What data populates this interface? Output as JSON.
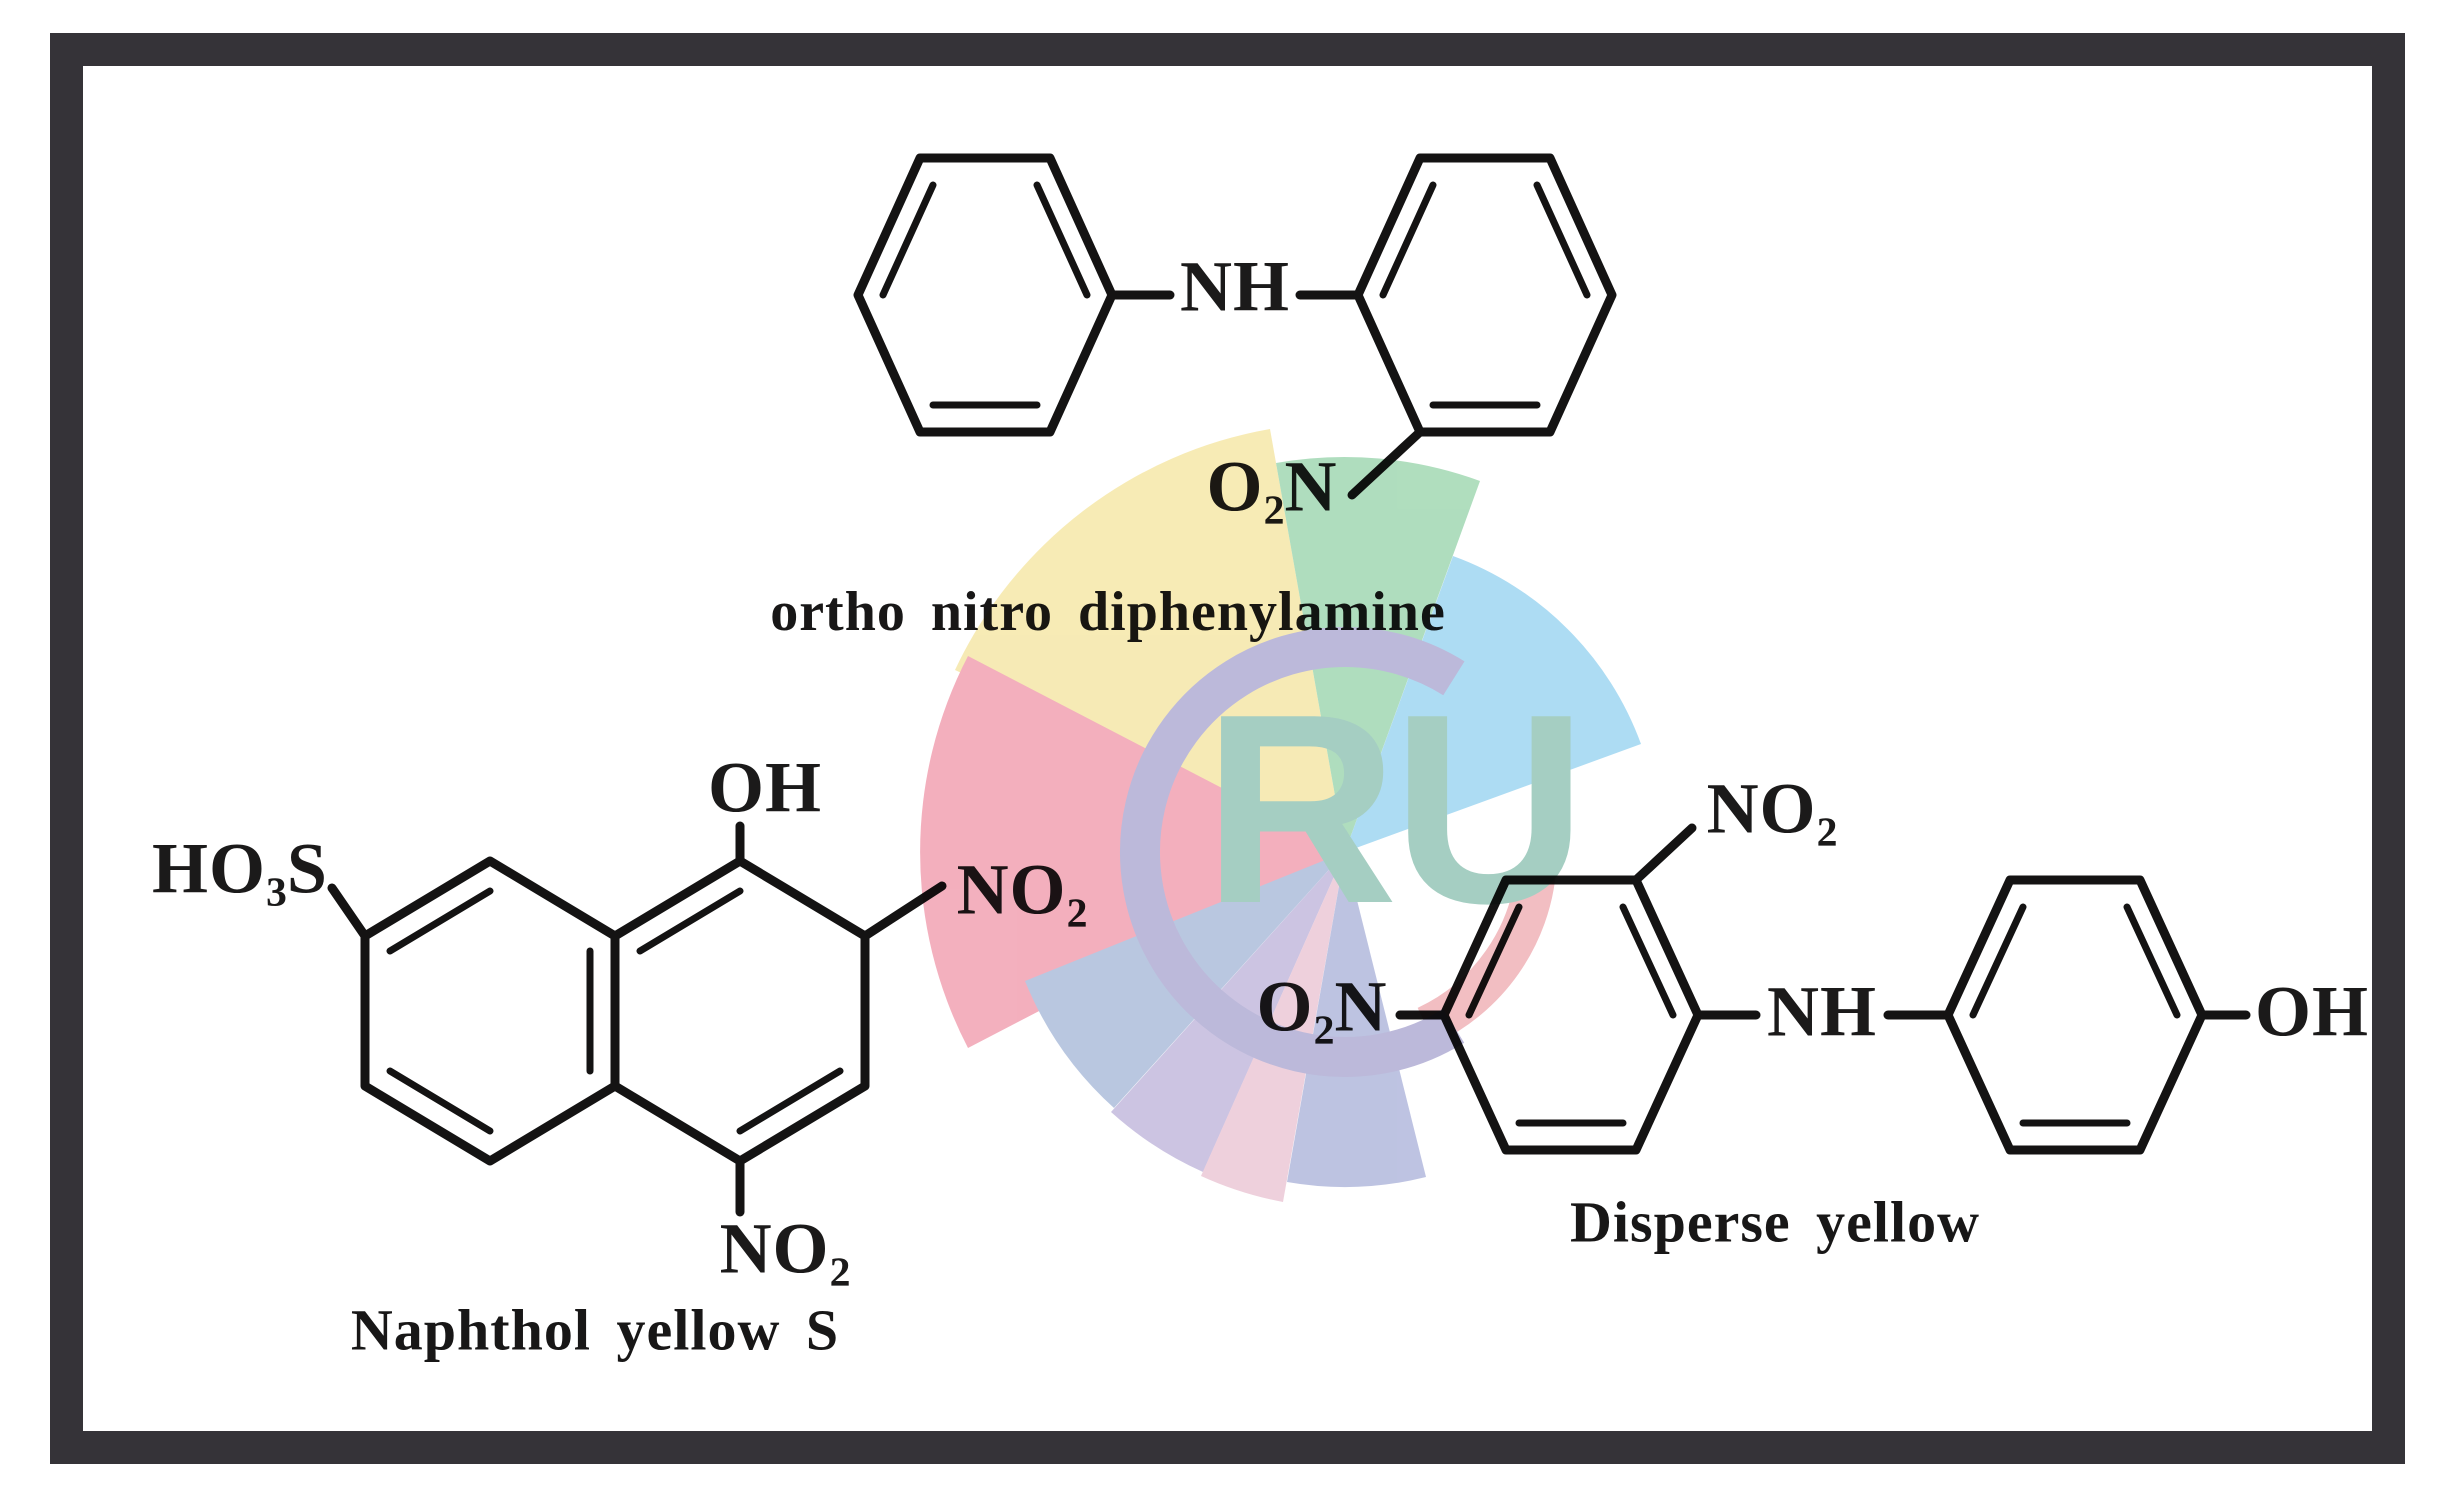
{
  "frame": {
    "color": "#353338"
  },
  "molecules": {
    "ortho_nitro_diphenylamine": {
      "name": "ortho nitro diphenylamine",
      "labels": {
        "nh": "NH",
        "o2n": {
          "pre": "O",
          "sub": "2",
          "post": "N"
        }
      }
    },
    "naphthol_yellow_s": {
      "name": "Naphthol yellow S",
      "labels": {
        "ho3s": {
          "pre": "HO",
          "sub": "3",
          "post": "S"
        },
        "oh": "OH",
        "no2_ring": {
          "pre": "NO",
          "sub": "2",
          "post": ""
        },
        "no2_bottom": {
          "pre": "NO",
          "sub": "2",
          "post": ""
        }
      }
    },
    "disperse_yellow": {
      "name": "Disperse yellow",
      "labels": {
        "o2n": {
          "pre": "O",
          "sub": "2",
          "post": "N"
        },
        "no2": {
          "pre": "NO",
          "sub": "2",
          "post": ""
        },
        "nh": "NH",
        "oh": "OH"
      }
    }
  },
  "watermark": {
    "text": "RU",
    "colors": {
      "letters": "#a5cec2",
      "ring": "#bcb9da",
      "arc_salmon": "#f2bec2",
      "petal_yellow": "#f6e9af",
      "petal_green": "#a9dbb9",
      "petal_blue": "#a6d9f2",
      "petal_pink": "#f2a9b8",
      "petal_bluegray": "#b4c3de",
      "petal_lavender": "#c8bfe0",
      "petal_rose": "#edccd9",
      "petal_periwinkle": "#b8bedf"
    }
  },
  "ink": {
    "line_color": "#141313"
  }
}
